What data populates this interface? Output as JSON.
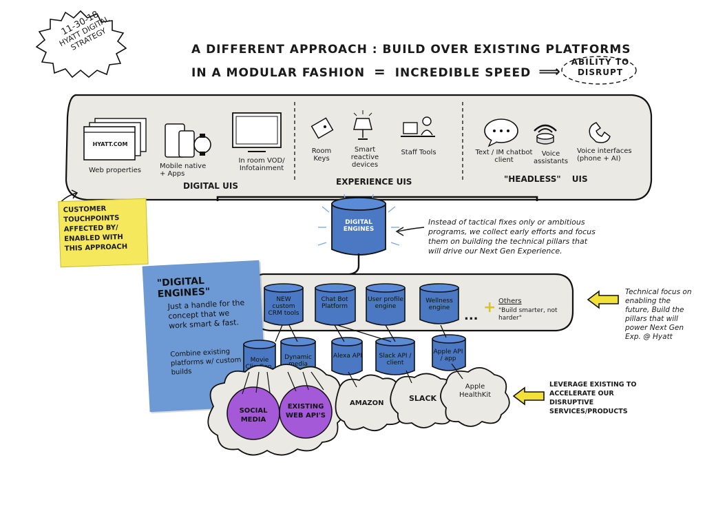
{
  "stamp": {
    "date": "11-30-18",
    "line1": "HYATT DIGITAL",
    "line2": "STRATEGY"
  },
  "headline": {
    "line1": "A DIFFERENT APPROACH : BUILD OVER EXISTING PLATFORMS",
    "line2a": "IN A MODULAR FASHION",
    "equals": "=",
    "line2b": "INCREDIBLE SPEED",
    "arrow": "⟹",
    "bubble_line1": "ABILITY TO",
    "bubble_line2": "DISRUPT"
  },
  "touchpoints": {
    "digital": {
      "section_label": "DIGITAL UIs",
      "items": [
        {
          "label": "Web properties",
          "screen_text": "HYATT.COM",
          "icon": "browser-windows-icon"
        },
        {
          "label": "Mobile native + Apps",
          "icon": "mobile-devices-icon"
        },
        {
          "label": "In room VOD/ Infotainment",
          "icon": "tv-icon"
        }
      ]
    },
    "experience": {
      "section_label": "EXPERIENCE UIs",
      "items": [
        {
          "label": "Room Keys",
          "icon": "keycard-icon"
        },
        {
          "label": "Smart reactive devices",
          "icon": "lamp-icon"
        },
        {
          "label": "Staff Tools",
          "icon": "staff-desk-icon"
        }
      ]
    },
    "headless": {
      "section_label_quoted": "\"HEADLESS\"",
      "section_label_rest": "UIs",
      "items": [
        {
          "label": "Text / IM chatbot client",
          "icon": "chat-bubble-icon"
        },
        {
          "label": "Voice assistants",
          "icon": "smart-speaker-icon"
        },
        {
          "label": "Voice interfaces (phone + AI)",
          "icon": "phone-icon"
        }
      ]
    }
  },
  "sticky_note": {
    "text": "CUSTOMER TOUCHPOINTS AFFECTED BY/ ENABLED WITH THIS APPROACH"
  },
  "core_engine": {
    "label": "DIGITAL ENGINES"
  },
  "engine_note": "Instead of tactical fixes only or ambitious programs, we collect early efforts and focus them on building the technical pillars that will drive our Next Gen Experience.",
  "blue_card": {
    "title": "\"DIGITAL ENGINES\"",
    "body1": "Just a handle for the concept that we work smart & fast.",
    "body2": "Combine existing platforms w/ custom builds"
  },
  "engines": [
    {
      "label": "NEW custom CRM tools"
    },
    {
      "label": "Chat Bot Platform"
    },
    {
      "label": "User profile engine"
    },
    {
      "label": "Wellness engine"
    }
  ],
  "engine_extras": {
    "ellipsis": "...",
    "plus": "+",
    "others": "Others",
    "quote": "\"Build smarter, not harder\""
  },
  "apis": [
    {
      "label": "Movie Clip Gen. tool"
    },
    {
      "label": "Dynamic media library"
    },
    {
      "label": "Alexa API"
    },
    {
      "label": "Slack API / client"
    },
    {
      "label": "Apple API / app"
    }
  ],
  "platforms": {
    "social": "SOCIAL MEDIA",
    "web": "EXISTING WEB API's",
    "amazon": "AMAZON",
    "slack": "SLACK",
    "apple": "Apple HealthKit"
  },
  "right_notes": {
    "technical": "Technical focus on enabling the future, Build the pillars that will power Next Gen Exp. @ Hyatt",
    "leverage": "LEVERAGE EXISTING TO ACCELERATE our DISRUPTIVE SERVICES/PRODUCTS"
  },
  "colors": {
    "engine_blue": "#4a78c2",
    "card_blue": "#6d9ad4",
    "sticky_yellow": "#f5e85c",
    "purple": "#a45ad8",
    "arrow_yellow": "#f3e03a",
    "panel_gray": "#ebe9e4"
  }
}
